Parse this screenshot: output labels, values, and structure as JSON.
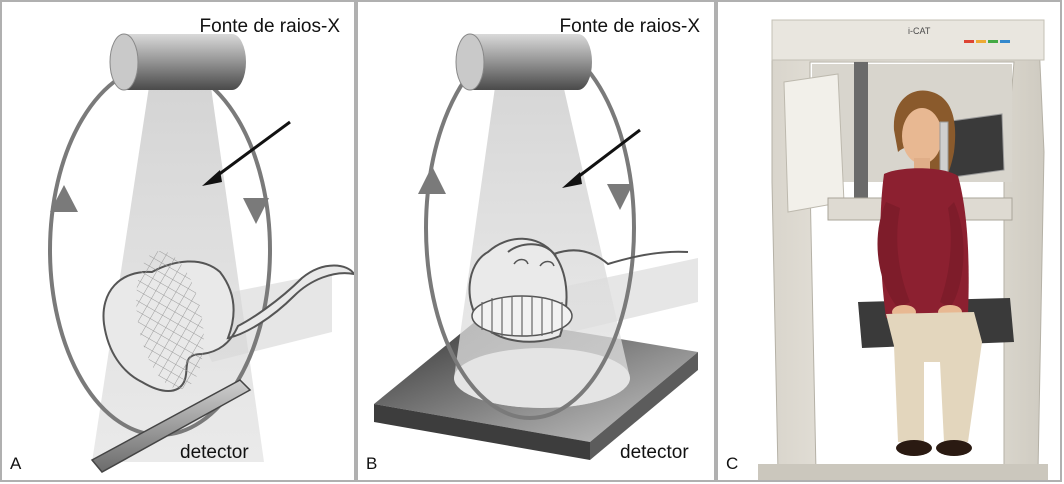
{
  "panels": [
    {
      "letter": "A",
      "source_label": "Fonte de raios-X",
      "detector_label": "detector"
    },
    {
      "letter": "B",
      "source_label": "Fonte de raios-X",
      "detector_label": "detector"
    },
    {
      "letter": "C",
      "logo_text": "i-CAT"
    }
  ],
  "colors": {
    "border": "#b0b0b0",
    "orbit_arrow": "#7a7a7a",
    "beam": "#d6d6d6",
    "sweater": "#8c2030",
    "trousers": "#e3d6bd",
    "machine": "#e7e4dc"
  }
}
